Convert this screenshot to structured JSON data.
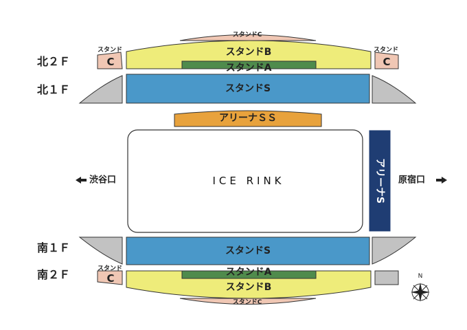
{
  "floors": {
    "north_2f": "北２Ｆ",
    "north_1f": "北１Ｆ",
    "south_1f": "南１Ｆ",
    "south_2f": "南２Ｆ"
  },
  "sections": {
    "stand_c_top": "スタンドC",
    "stand_b": "スタンドB",
    "stand_a": "スタンドA",
    "stand_s": "スタンドS",
    "arena_ss": "アリーナＳＳ",
    "arena_s": "アリーナS",
    "stand_small": "スタンド",
    "c_letter": "C"
  },
  "rink": "ICE RINK",
  "gates": {
    "shibuya": "渋谷口",
    "harajuku": "原宿口"
  },
  "compass": {
    "label": "N"
  },
  "colors": {
    "stand_c": "#f0c7b4",
    "stand_b": "#eeec7a",
    "stand_a": "#4f8b4c",
    "stand_s": "#4a98c9",
    "side_gray": "#c2c2c2",
    "arena_ss": "#e8a23c",
    "arena_s": "#1f3d73"
  }
}
